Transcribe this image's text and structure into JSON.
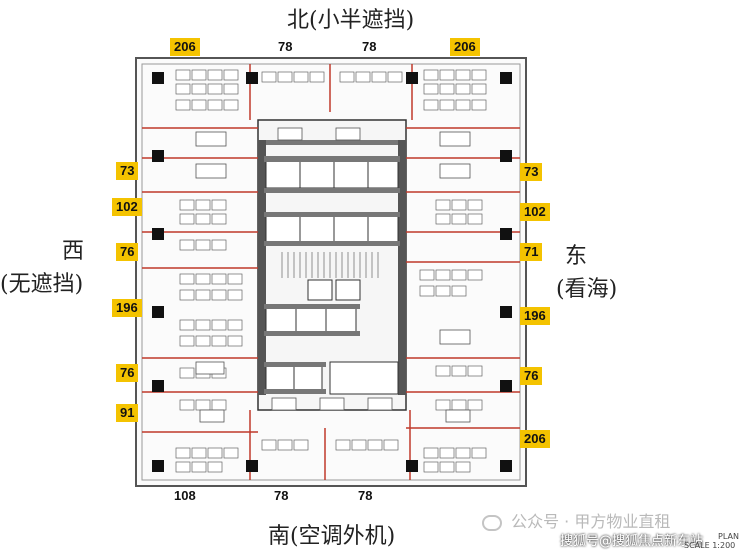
{
  "directions": {
    "north": "北(小半遮挡)",
    "south": "南(空调外机)",
    "west": "西",
    "west_note": "(无遮挡)",
    "east": "东",
    "east_note": "(看海)"
  },
  "area_tags": {
    "top": [
      "206",
      "78",
      "78",
      "206"
    ],
    "left": [
      "73",
      "102",
      "76",
      "196",
      "76",
      "91"
    ],
    "right": [
      "73",
      "102",
      "71",
      "196",
      "76",
      "206"
    ],
    "bottom": [
      "108",
      "78",
      "78"
    ]
  },
  "watermark": {
    "wechat": "公众号 · 甲方物业直租",
    "sohu": "搜狐号@搜狐焦点新东站"
  },
  "scale_text": "SCALE 1:200",
  "plan_label": "PLAN"
}
